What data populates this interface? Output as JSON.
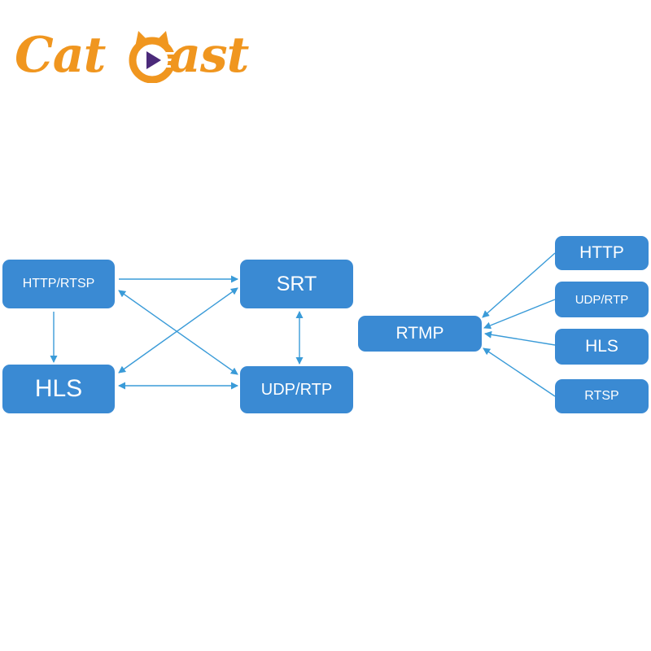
{
  "logo": {
    "text_left": "Cat",
    "text_right": "ast",
    "brand_color": "#f0961f",
    "mark_icon": "cat-head-play-icon"
  },
  "diagram": {
    "node_color": "#3a8ad3",
    "edge_color": "#3a9bd8",
    "nodes": {
      "http_rtsp": "HTTP/RTSP",
      "srt": "SRT",
      "hls_left": "HLS",
      "udp_rtp_left": "UDP/RTP",
      "rtmp": "RTMP",
      "http_right": "HTTP",
      "udp_rtp_right": "UDP/RTP",
      "hls_right": "HLS",
      "rtsp_right": "RTSP"
    },
    "edges": [
      {
        "from": "http_rtsp",
        "to": "srt",
        "direction": "to"
      },
      {
        "from": "http_rtsp",
        "to": "hls_left",
        "direction": "to"
      },
      {
        "from": "http_rtsp",
        "to": "udp_rtp_left",
        "direction": "both"
      },
      {
        "from": "hls_left",
        "to": "srt",
        "direction": "both"
      },
      {
        "from": "hls_left",
        "to": "udp_rtp_left",
        "direction": "both"
      },
      {
        "from": "srt",
        "to": "udp_rtp_left",
        "direction": "both"
      },
      {
        "from": "http_right",
        "to": "rtmp",
        "direction": "to"
      },
      {
        "from": "udp_rtp_right",
        "to": "rtmp",
        "direction": "to"
      },
      {
        "from": "hls_right",
        "to": "rtmp",
        "direction": "to"
      },
      {
        "from": "rtsp_right",
        "to": "rtmp",
        "direction": "to"
      }
    ]
  }
}
